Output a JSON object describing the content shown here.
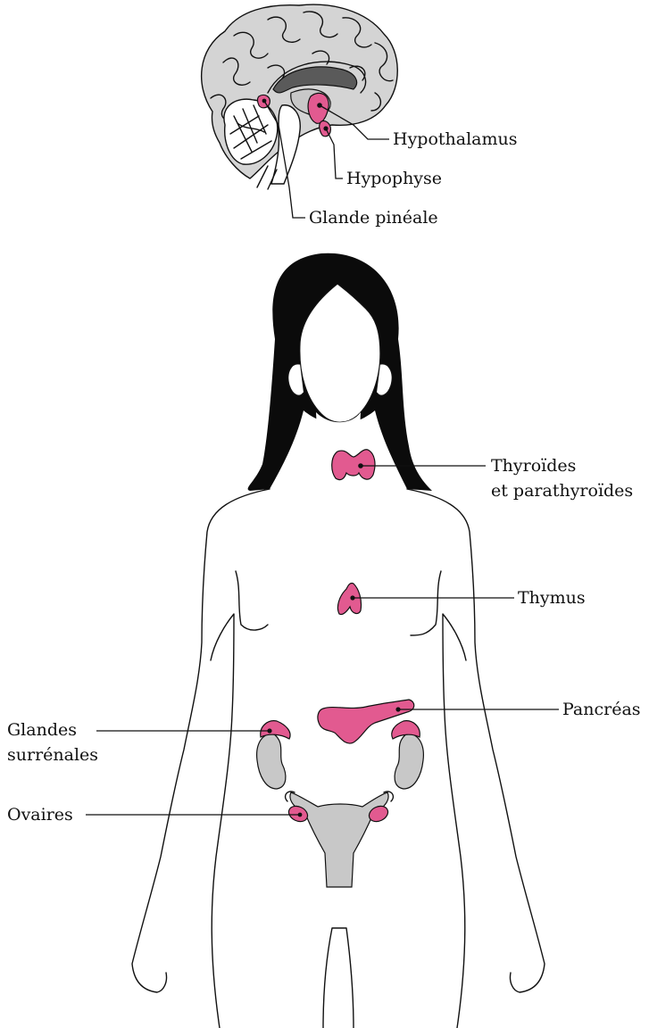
{
  "colors": {
    "gland": "#e25a90",
    "organ_gray": "#c8c8c8",
    "brain_gray": "#d4d4d4",
    "brain_dark": "#5a5a5a",
    "hair": "#0b0b0b",
    "outline": "#111111"
  },
  "labels": {
    "hypothalamus": "Hypothalamus",
    "hypophyse": "Hypophyse",
    "pineale": "Glande pinéale",
    "thyroides_line1": "Thyroïdes",
    "thyroides_line2": "et parathyroïdes",
    "thymus": "Thymus",
    "pancreas": "Pancréas",
    "surrenales_line1": "Glandes",
    "surrenales_line2": "surrénales",
    "ovaires": "Ovaires"
  }
}
